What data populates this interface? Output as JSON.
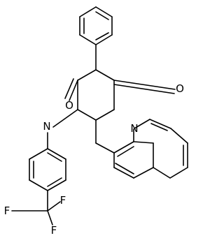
{
  "structure": {
    "atoms": {
      "O1": "O",
      "O2": "O",
      "N1": "N",
      "N2": "N",
      "F1": "F",
      "F2": "F",
      "F3": "F"
    },
    "colors": {
      "bond": "#000000",
      "label": "#000000",
      "background": "#ffffff"
    }
  }
}
